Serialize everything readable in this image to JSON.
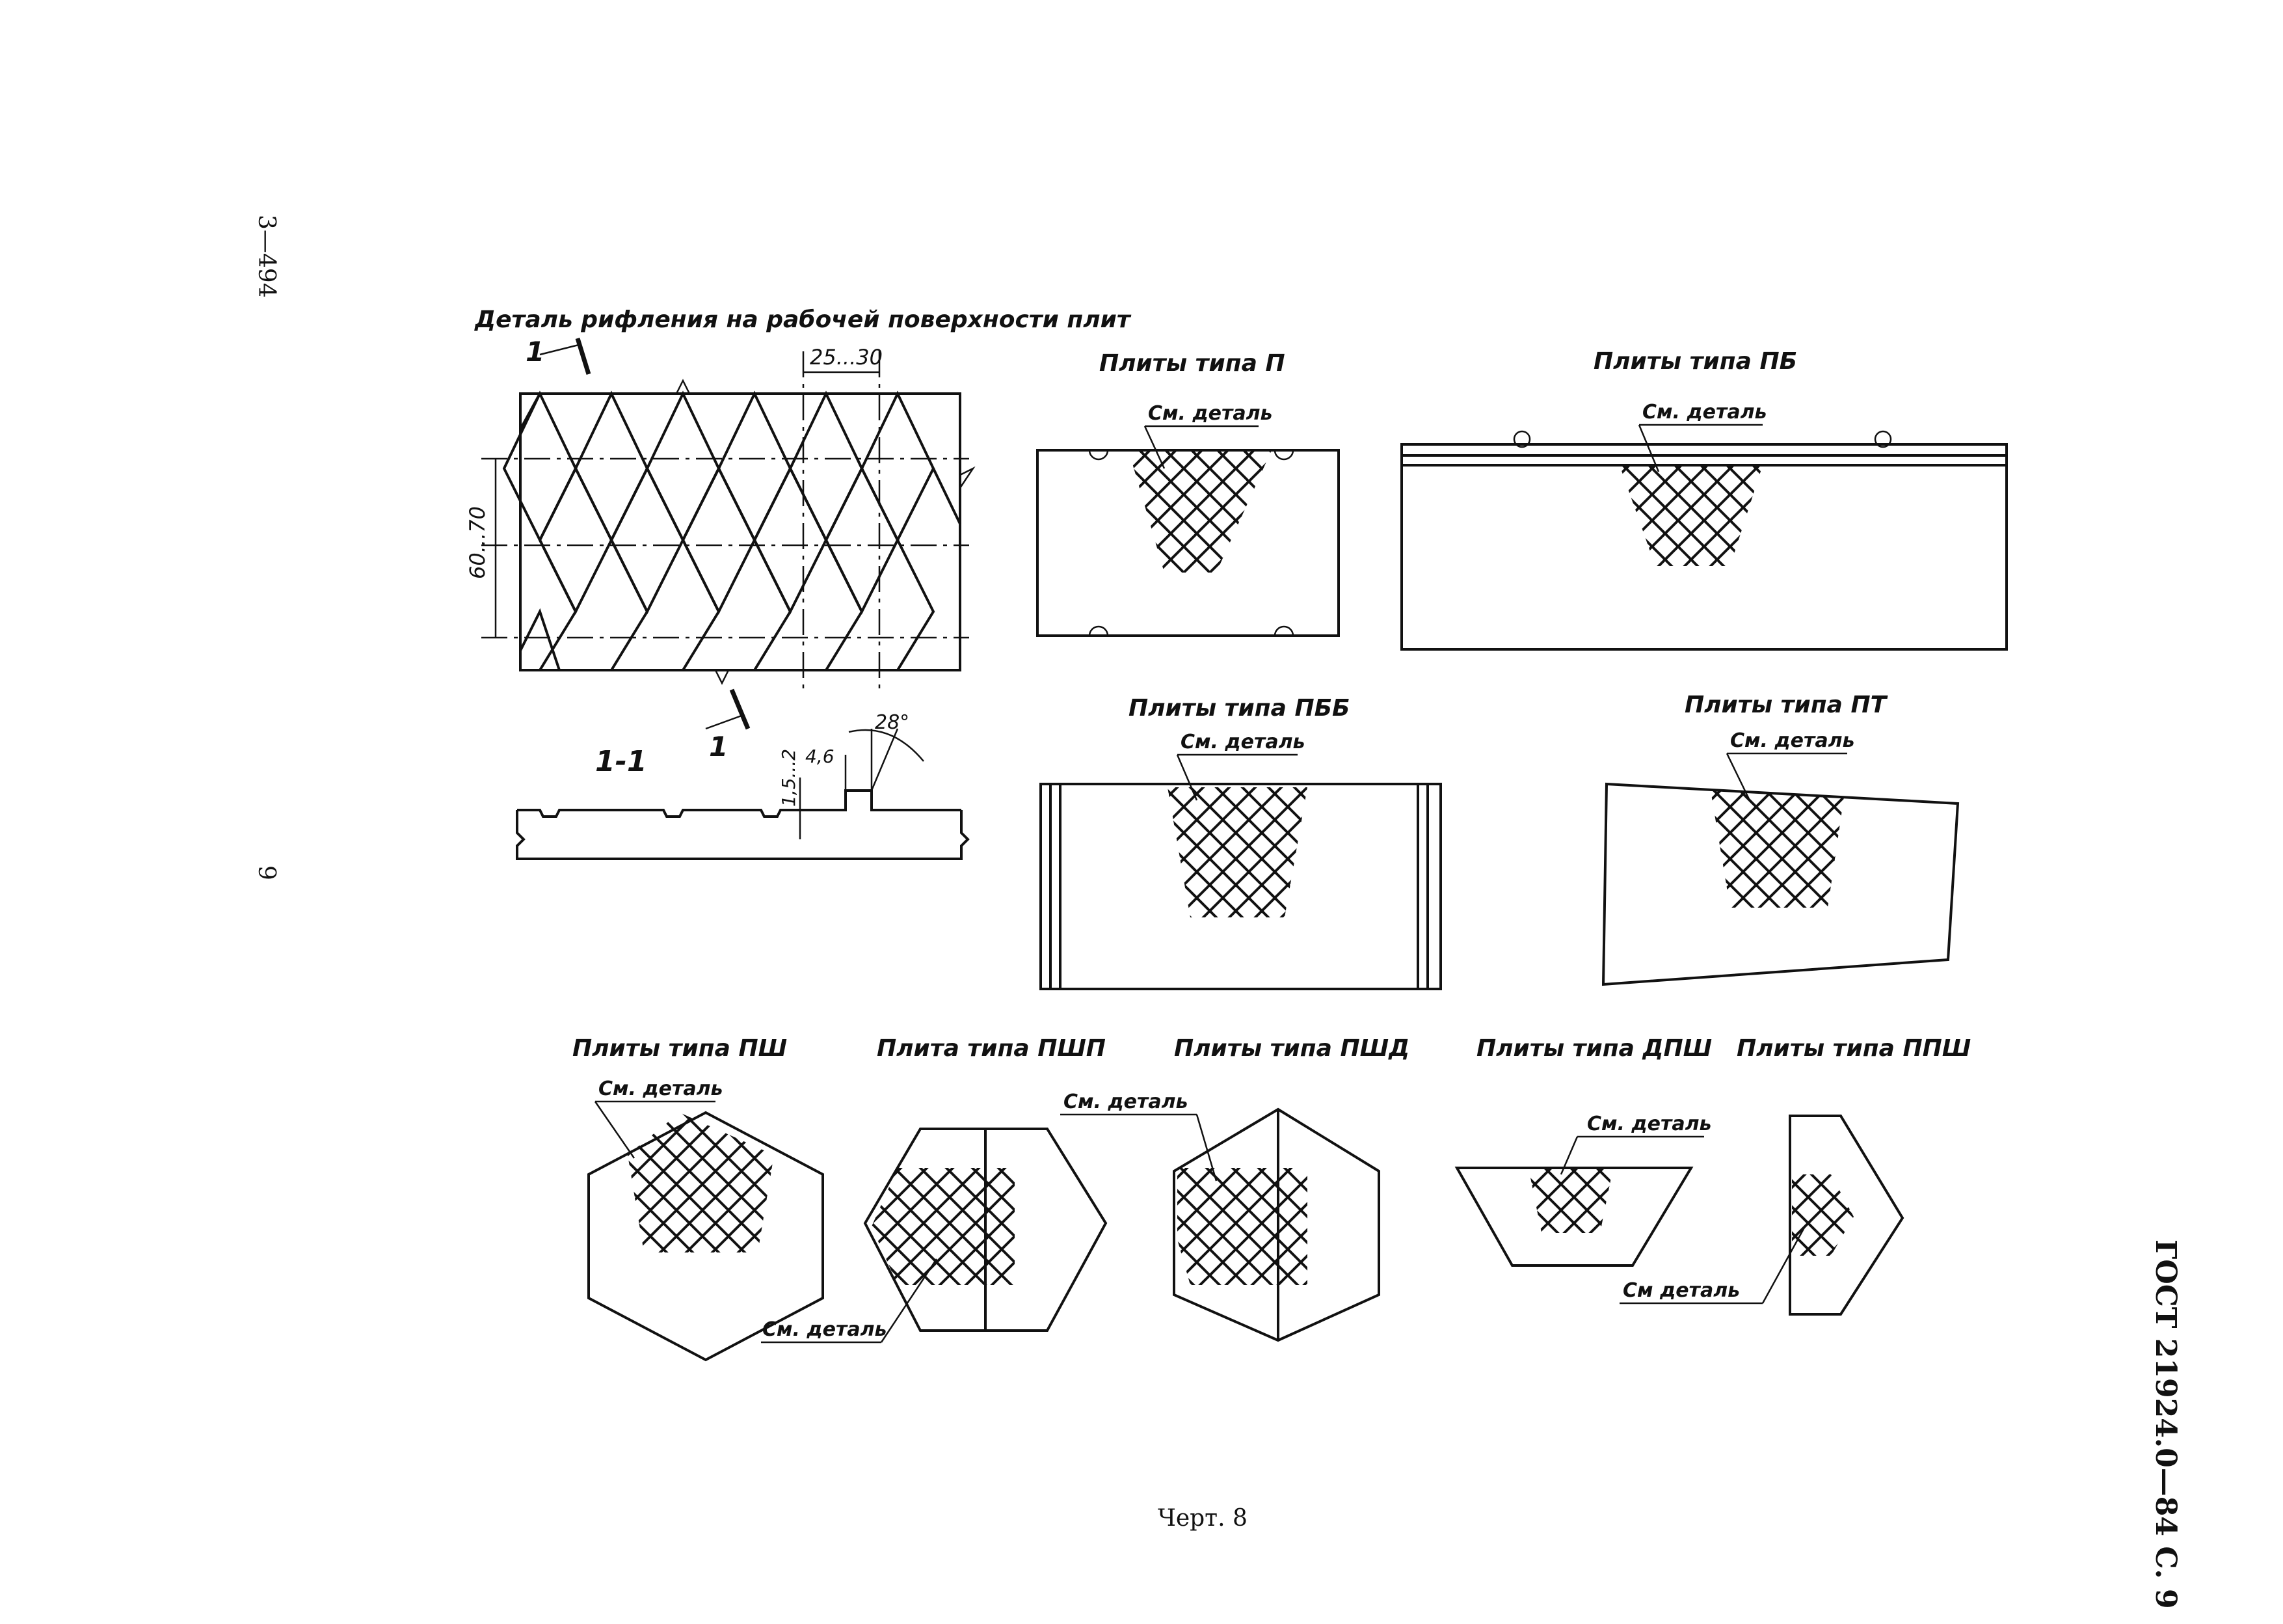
{
  "page_side_number": "3—494",
  "page_left_number": "9",
  "detail_title": "Деталь рифления на рабочей поверхности плит",
  "section_marker": "1",
  "section_title": "1-1",
  "dims": {
    "pitch": "25...30",
    "height": "60...70",
    "groove_depth": "1,5...2",
    "groove_width": "4,6",
    "angle": "28°"
  },
  "plates": {
    "p": "Плиты типа П",
    "pb": "Плиты типа ПБ",
    "pbb": "Плиты типа ПББ",
    "pt": "Плиты типа ПТ",
    "psh": "Плиты типа ПШ",
    "pshp": "Плита типа ПШП",
    "pshd": "Плиты типа ПШД",
    "dpsh": "Плиты типа ДПШ",
    "ppsh": "Плиты типа ППШ"
  },
  "see_detail": "См. деталь",
  "see_detail_alt": "См деталь",
  "figure_caption": "Черт. 8",
  "standard": "ГОСТ 21924.0—84 С. 9"
}
